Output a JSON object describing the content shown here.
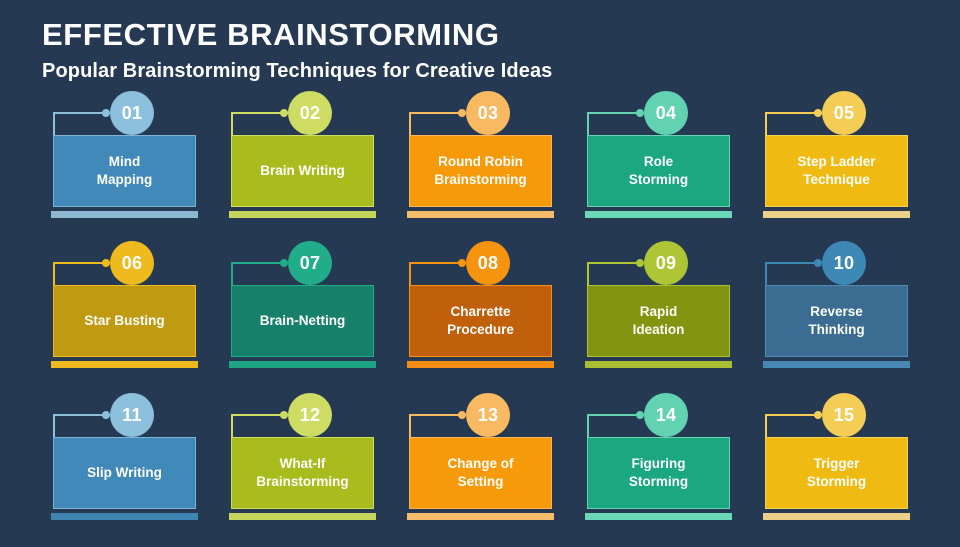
{
  "header": {
    "title": "EFFECTIVE BRAINSTORMING",
    "subtitle": "Popular Brainstorming Techniques for Creative Ideas"
  },
  "theme": {
    "background": "#253a52",
    "text": "#ffffff"
  },
  "cards": [
    {
      "number": "01",
      "label": "Mind\nMapping",
      "body": "#4089b8",
      "border": "#7db4d6",
      "accent": "#8dc0dd",
      "base": "#8db8d2"
    },
    {
      "number": "02",
      "label": "Brain Writing",
      "body": "#a8bc1e",
      "border": "#cfdc5e",
      "accent": "#cfdc64",
      "base": "#c5d45a"
    },
    {
      "number": "03",
      "label": "Round Robin\nBrainstorming",
      "body": "#f79a0a",
      "border": "#f9b65a",
      "accent": "#f9b862",
      "base": "#f5bc69"
    },
    {
      "number": "04",
      "label": "Role\nStorming",
      "body": "#1ba881",
      "border": "#63d3b2",
      "accent": "#62d2b0",
      "base": "#6ad7b6"
    },
    {
      "number": "05",
      "label": "Step Ladder\nTechnique",
      "body": "#efbb12",
      "border": "#f2cf55",
      "accent": "#f3cd56",
      "base": "#ecd088"
    },
    {
      "number": "06",
      "label": "Star Busting",
      "body": "#c09a10",
      "border": "#f0bc20",
      "accent": "#eeba1e",
      "base": "#ecb81d"
    },
    {
      "number": "07",
      "label": "Brain-Netting",
      "body": "#17806a",
      "border": "#1fae86",
      "accent": "#22ad8a",
      "base": "#1fa583"
    },
    {
      "number": "08",
      "label": "Charrette\nProcedure",
      "body": "#c1600a",
      "border": "#f6920f",
      "accent": "#f7940f",
      "base": "#f58d12"
    },
    {
      "number": "09",
      "label": "Rapid\nIdeation",
      "body": "#839411",
      "border": "#acc031",
      "accent": "#aec536",
      "base": "#a9bd33"
    },
    {
      "number": "10",
      "label": "Reverse\nThinking",
      "body": "#3b6d93",
      "border": "#4d8cb6",
      "accent": "#3e88b5",
      "base": "#4888b4"
    },
    {
      "number": "11",
      "label": "Slip Writing",
      "body": "#4089b8",
      "border": "#7db4d6",
      "accent": "#8dc0dd",
      "base": "#3f84b0"
    },
    {
      "number": "12",
      "label": "What-If\nBrainstorming",
      "body": "#a8bc1e",
      "border": "#cfdc5e",
      "accent": "#cfdc64",
      "base": "#c5d45a"
    },
    {
      "number": "13",
      "label": "Change of\nSetting",
      "body": "#f79a0a",
      "border": "#f9b65a",
      "accent": "#f9b862",
      "base": "#f5bc69"
    },
    {
      "number": "14",
      "label": "Figuring\nStorming",
      "body": "#1ba881",
      "border": "#63d3b2",
      "accent": "#62d2b0",
      "base": "#6ad7b6"
    },
    {
      "number": "15",
      "label": "Trigger\nStorming",
      "body": "#efbb12",
      "border": "#f2cf55",
      "accent": "#f3cd56",
      "base": "#ecd088"
    }
  ],
  "layout": {
    "columns": 5,
    "rows": 3,
    "col_x": [
      51,
      229,
      407,
      585,
      763
    ],
    "row_y": [
      95,
      245,
      397
    ]
  }
}
